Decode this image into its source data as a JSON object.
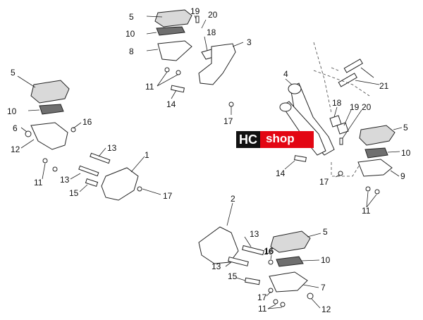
{
  "callouts": {
    "top": [
      "5",
      "19",
      "20",
      "10",
      "18",
      "3",
      "8",
      "11",
      "14",
      "17"
    ],
    "left": [
      "5",
      "10",
      "6",
      "16",
      "12",
      "13",
      "1",
      "13",
      "11",
      "15",
      "17"
    ],
    "right": [
      "4",
      "21",
      "18",
      "19",
      "20",
      "5",
      "10",
      "14",
      "17",
      "9",
      "11"
    ],
    "bottom": [
      "2",
      "13",
      "5",
      "16",
      "10",
      "13",
      "15",
      "7",
      "17",
      "16",
      "11",
      "12"
    ]
  },
  "logo": {
    "hc": "HC",
    "shop": "shop"
  }
}
